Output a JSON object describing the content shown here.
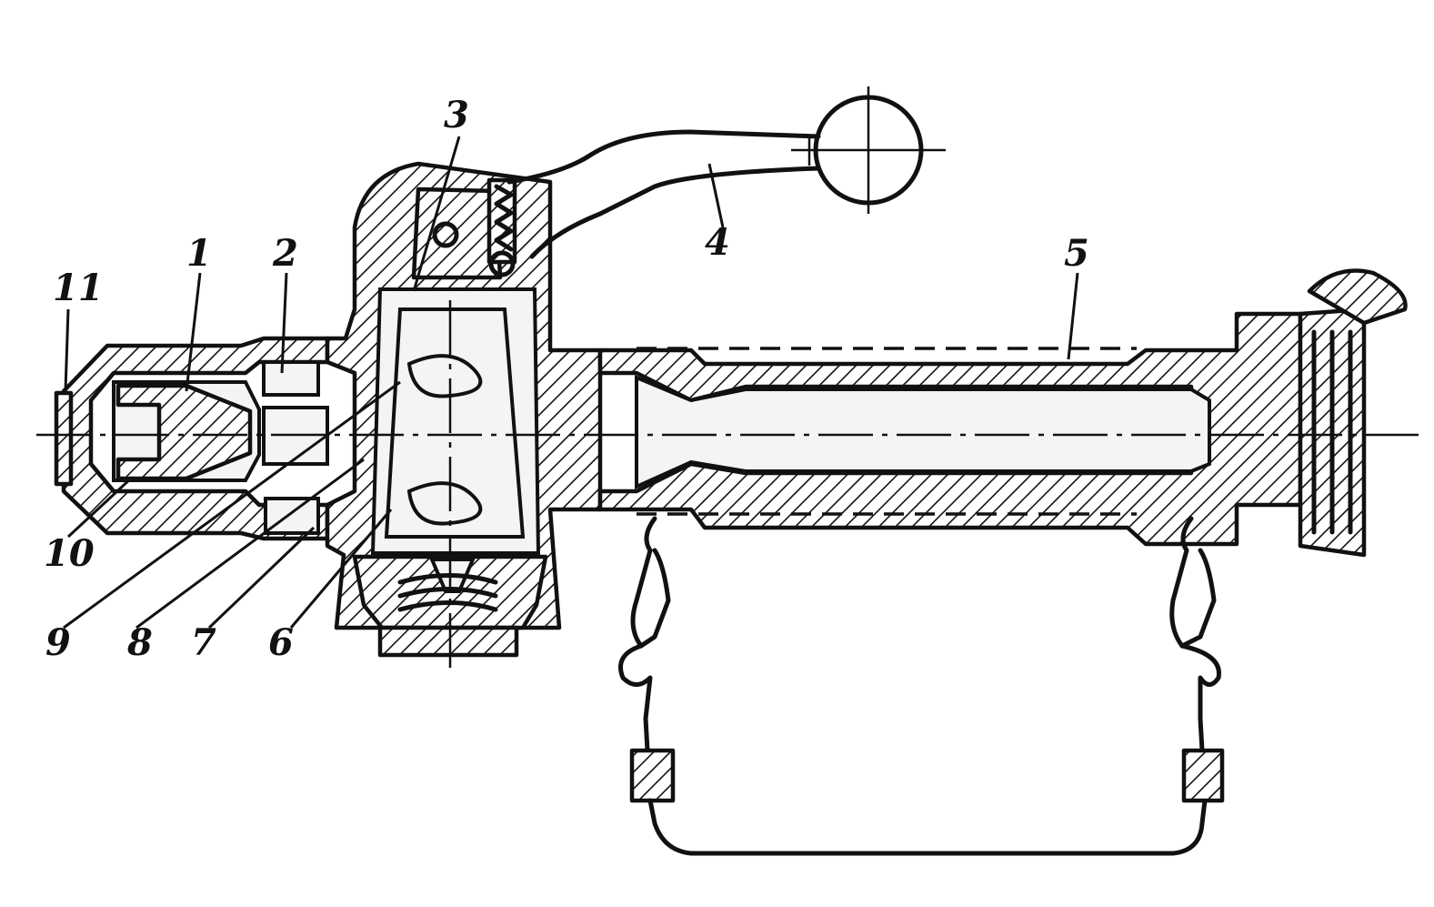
{
  "callouts": [
    {
      "id": "1",
      "text": "1"
    },
    {
      "id": "2",
      "text": "2"
    },
    {
      "id": "3",
      "text": "3"
    },
    {
      "id": "4",
      "text": "4"
    },
    {
      "id": "5",
      "text": "5"
    },
    {
      "id": "6",
      "text": "6"
    },
    {
      "id": "7",
      "text": "7"
    },
    {
      "id": "8",
      "text": "8"
    },
    {
      "id": "9",
      "text": "9"
    },
    {
      "id": "10",
      "text": "10"
    },
    {
      "id": "11",
      "text": "11"
    }
  ],
  "colors": {
    "ink": "#111111",
    "paper": "#ffffff",
    "fill": "#f4f4f4"
  }
}
